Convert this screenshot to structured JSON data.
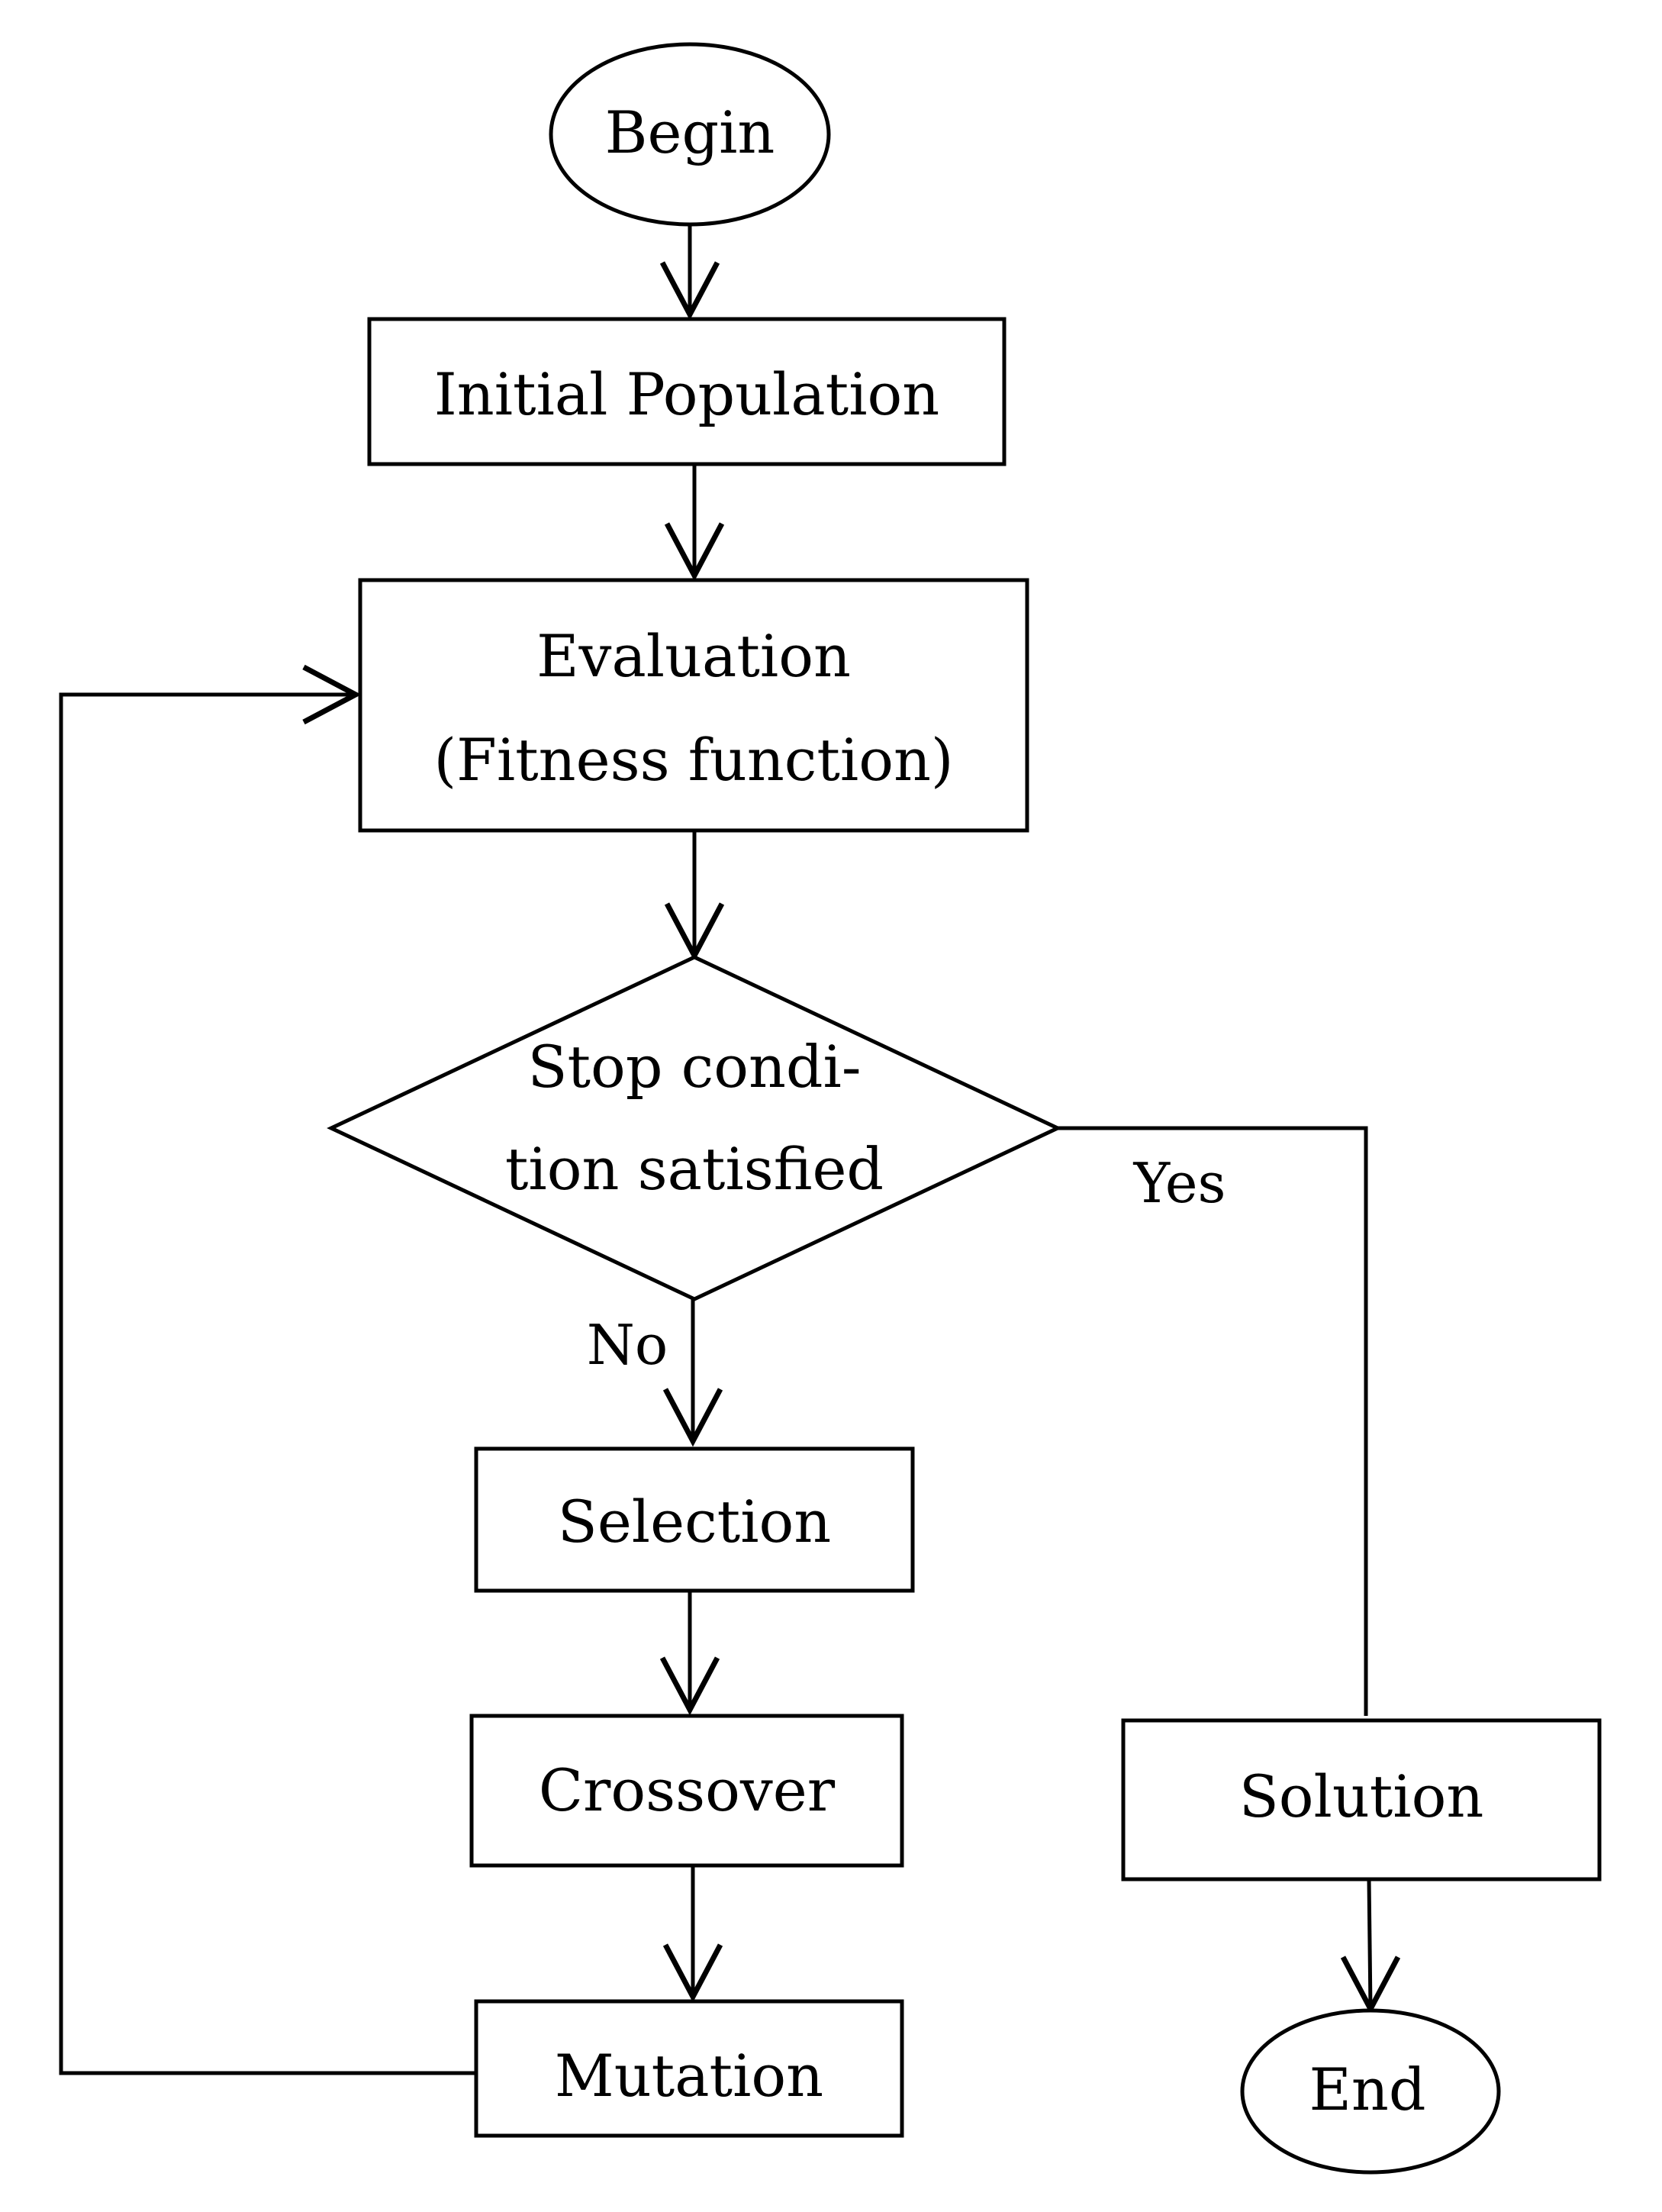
{
  "nodes": {
    "begin": {
      "label": "Begin"
    },
    "initial_population": {
      "label": "Initial Population"
    },
    "evaluation": {
      "line1": "Evaluation",
      "line2": "(Fitness function)"
    },
    "stop_condition": {
      "line1": "Stop condi-",
      "line2": "tion satisfied"
    },
    "selection": {
      "label": "Selection"
    },
    "crossover": {
      "label": "Crossover"
    },
    "mutation": {
      "label": "Mutation"
    },
    "solution": {
      "label": "Solution"
    },
    "end": {
      "label": "End"
    }
  },
  "branches": {
    "yes": "Yes",
    "no": "No"
  }
}
